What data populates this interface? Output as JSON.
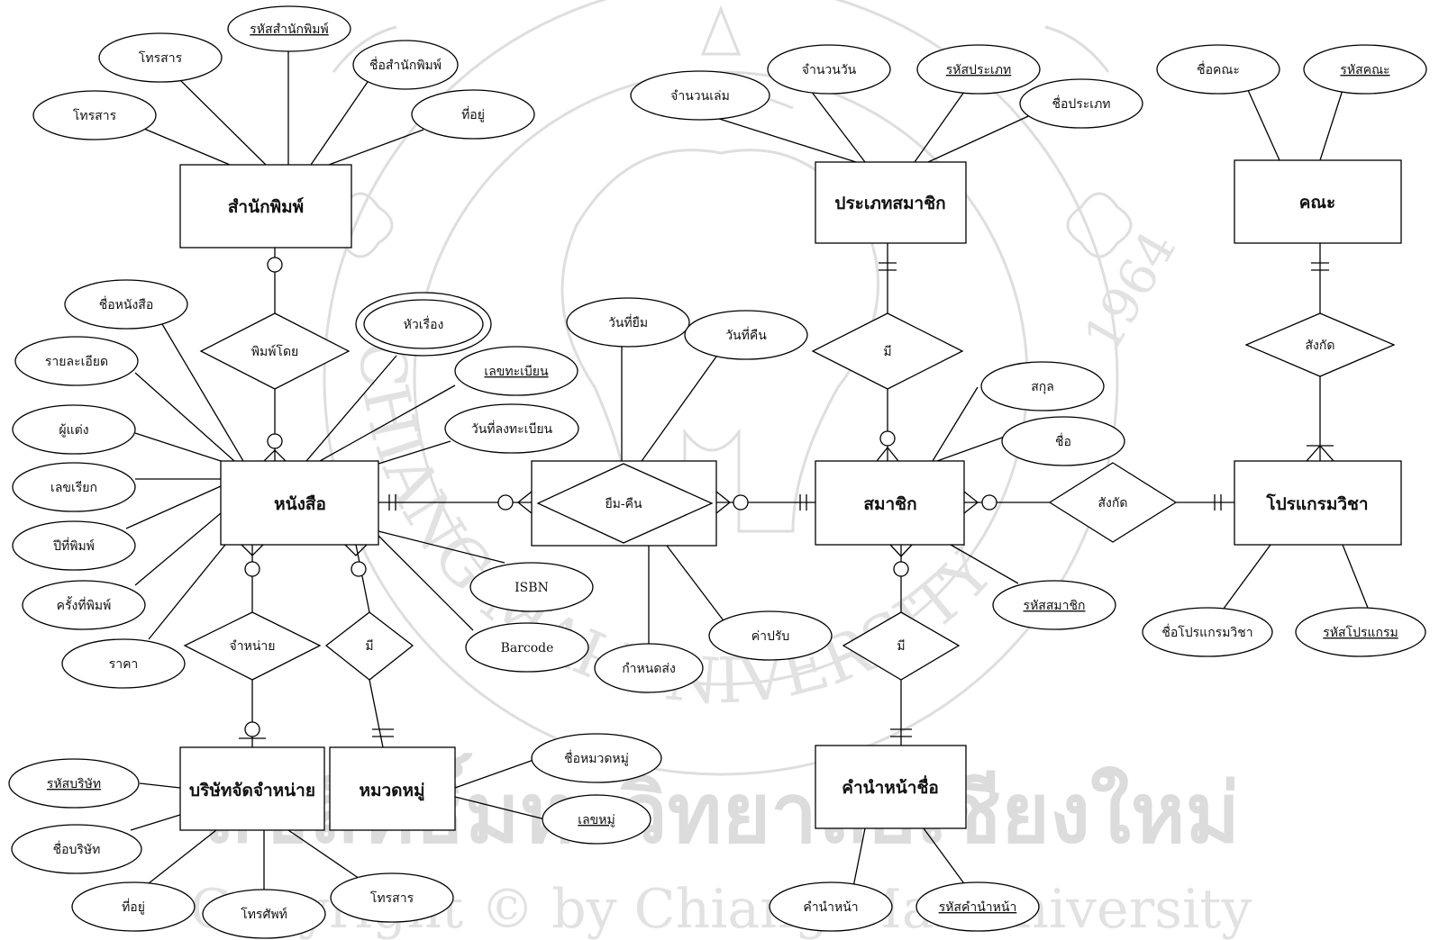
{
  "watermark": {
    "arc_text": "CHIANG MAI UNIVERSITY",
    "year": "1964",
    "bottom_thai": "ลิขสิทธิ์มหาวิทยาลัยเชียงใหม่",
    "bottom_copyright": "Copyright © by Chiang Mai University"
  },
  "entities": {
    "publisher": "สำนักพิมพ์",
    "book": "หนังสือ",
    "member_type": "ประเภทสมาชิก",
    "faculty": "คณะ",
    "member": "สมาชิก",
    "program": "โปรแกรมวิชา",
    "distributor": "บริษัทจัดจำหน่าย",
    "category": "หมวดหมู่",
    "title_prefix": "คำนำหน้าชื่อ"
  },
  "relationships": {
    "published_by": "พิมพ์โดย",
    "borrow_return": "ยืม-คืน",
    "member_type_has": "มี",
    "faculty_affiliation": "สังกัด",
    "program_affiliation": "สังกัด",
    "distributes": "จำหน่าย",
    "category_has": "มี",
    "prefix_has": "มี"
  },
  "attributes": {
    "pub_phone": "โทรสาร",
    "pub_fax": "โทรสาร",
    "pub_id": "รหัสสำนักพิมพ์",
    "pub_name": "ชื่อสำนักพิมพ์",
    "pub_address": "ที่อยู่",
    "book_name": "ชื่อหนังสือ",
    "book_subject": "หัวเรื่อง",
    "book_detail": "รายละเอียด",
    "book_reg_no": "เลขทะเบียน",
    "book_author": "ผู้แต่ง",
    "book_reg_date": "วันที่ลงทะเบียน",
    "book_call_no": "เลขเรียก",
    "book_year": "ปีที่พิมพ์",
    "book_edition": "ครั้งที่พิมพ์",
    "book_price": "ราคา",
    "book_isbn": "ISBN",
    "book_barcode": "Barcode",
    "borrow_date": "วันที่ยืม",
    "return_date": "วันที่คืน",
    "due_date": "กำหนดส่ง",
    "fine": "ค่าปรับ",
    "type_books": "จำนวนเล่ม",
    "type_days": "จำนวนวัน",
    "type_id": "รหัสประเภท",
    "type_name": "ชื่อประเภท",
    "faculty_name": "ชื่อคณะ",
    "faculty_id": "รหัสคณะ",
    "member_surname": "สกุล",
    "member_name": "ชื่อ",
    "member_id": "รหัสสมาชิก",
    "program_name": "ชื่อโปรแกรมวิชา",
    "program_id": "รหัสโปรแกรม",
    "dist_id": "รหัสบริษัท",
    "dist_name": "ชื่อบริษัท",
    "dist_address": "ที่อยู่",
    "dist_phone": "โทรศัพท์",
    "dist_fax": "โทรสาร",
    "cat_name": "ชื่อหมวดหมู่",
    "cat_no": "เลขหมู่",
    "prefix": "คำนำหน้า",
    "prefix_id": "รหัสคำนำหน้า"
  }
}
